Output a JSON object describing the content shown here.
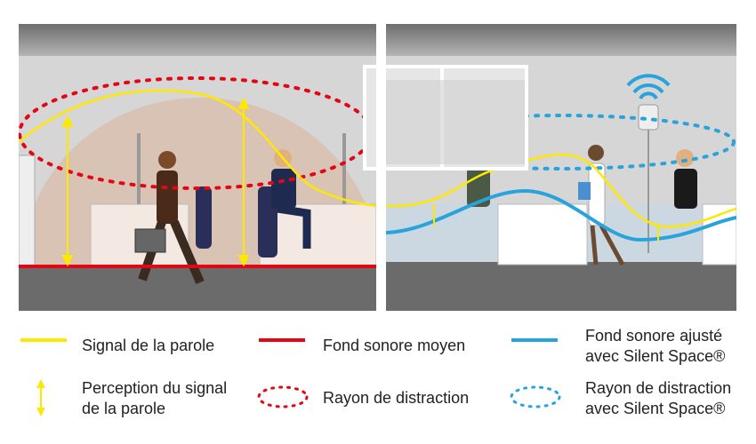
{
  "colors": {
    "speech": "#ffe800",
    "background_noise": "#e30613",
    "adjusted_noise": "#29a3dc",
    "distraction": "#e30613",
    "distraction_silent": "#29a3dc"
  },
  "panels": [
    {
      "name": "without-silent-space"
    },
    {
      "name": "with-silent-space",
      "icon": "wifi-speaker-icon"
    }
  ],
  "legend": {
    "speech_signal": "Signal de la parole",
    "average_noise": "Fond sonore moyen",
    "adjusted_noise_1": "Fond sonore ajusté",
    "adjusted_noise_2": "avec Silent Space®",
    "perception_1": "Perception du signal",
    "perception_2": "de la parole",
    "distraction": "Rayon de distraction",
    "distraction_silent_1": "Rayon de distraction",
    "distraction_silent_2": "avec Silent Space®"
  }
}
